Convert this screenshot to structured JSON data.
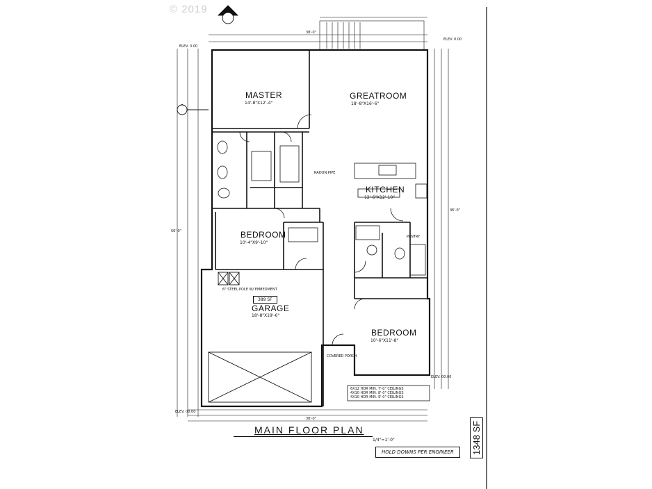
{
  "copyright": "© 2019",
  "rooms": {
    "master": {
      "name": "MASTER",
      "size": "14'-8\"X12'-4\""
    },
    "greatroom": {
      "name": "GREATROOM",
      "size": "18'-8\"X16'-6\""
    },
    "kitchen": {
      "name": "KITCHEN",
      "size": "12'-6\"X12'-10\""
    },
    "bedroom_left": {
      "name": "BEDROOM",
      "size": "10'-4\"X9'-10\""
    },
    "garage": {
      "name": "GARAGE",
      "size": "18'-8\"X19'-6\"",
      "area": "389 SF"
    },
    "bedroom_right": {
      "name": "BEDROOM",
      "size": "10'-6\"X11'-8\""
    }
  },
  "labels": {
    "elev_left": "ELEV. 0.00",
    "elev_right_top": "ELEV. 0.00",
    "elev_right_bottom": "ELEV. 00.00",
    "elev_bottom_left": "ELEV. 00.00",
    "pantry": "PANTRY",
    "covered_porch": "COVERED PORCH",
    "steel_pole": "6\" STEEL POLE W/ EMBEDMENT",
    "radon": "RADON PIPE"
  },
  "title": "MAIN FLOOR PLAN",
  "scale": "1/4\"=1'-0\"",
  "holddowns": "HOLD DOWNS PER ENGINEER",
  "total_sf": "1348 SF",
  "notes": [
    "6X12 HDR MIN. 7'-0\" CEILINGS",
    "4X10 HDR MIN. 8'-0\" CEILINGS",
    "4X10 HDR MIN. 9'-0\" CEILINGS"
  ],
  "dims": {
    "top_total": "38'-0\"",
    "bottom_total": "38'-0\"",
    "left_total": "56'-0\"",
    "right_total": "46'-0\""
  }
}
